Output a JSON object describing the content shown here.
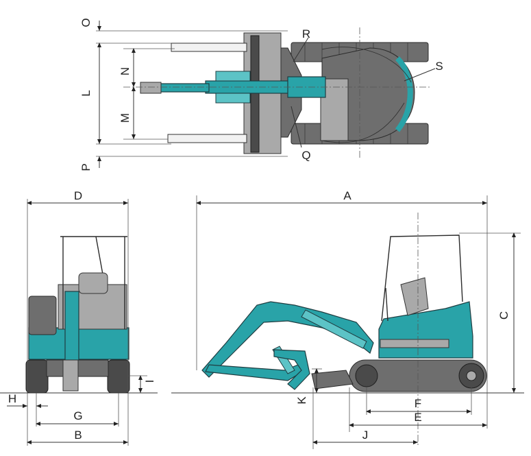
{
  "labels": {
    "A": "A",
    "B": "B",
    "C": "C",
    "D": "D",
    "E": "E",
    "F": "F",
    "G": "G",
    "H": "H",
    "I": "I",
    "J": "J",
    "K": "K",
    "L": "L",
    "M": "M",
    "N": "N",
    "O": "O",
    "P": "P",
    "Q": "Q",
    "R": "R",
    "S": "S"
  },
  "colors": {
    "machine_body": "#29a3a8",
    "track": "#6e6e6e",
    "dimension_line": "#333333"
  }
}
